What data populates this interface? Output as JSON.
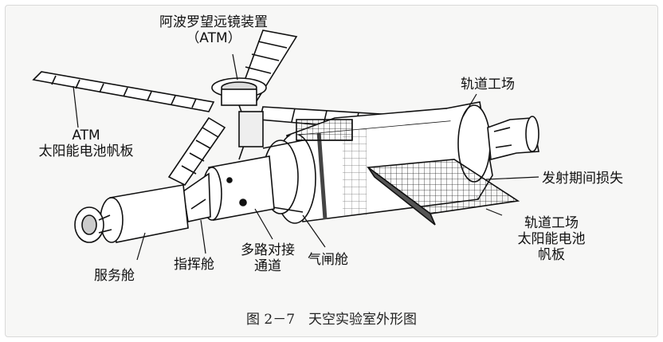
{
  "labels": {
    "atm_line1": "阿波罗望远镜装置",
    "atm_line2": "（ATM）",
    "orbital_workshop": "轨道工场",
    "atm_panel_line1": "ATM",
    "atm_panel_line2": "太阳能电池帆板",
    "lost_on_launch": "发射期间损失",
    "ows_panel_line1": "轨道工场",
    "ows_panel_line2": "太阳能电池",
    "ows_panel_line3": "帆板",
    "service_module": "服务舱",
    "command_module": "指挥舱",
    "mda_line1": "多路对接",
    "mda_line2": "通道",
    "airlock": "气闸舱"
  },
  "caption": "图 2－7　天空实验室外形图"
}
